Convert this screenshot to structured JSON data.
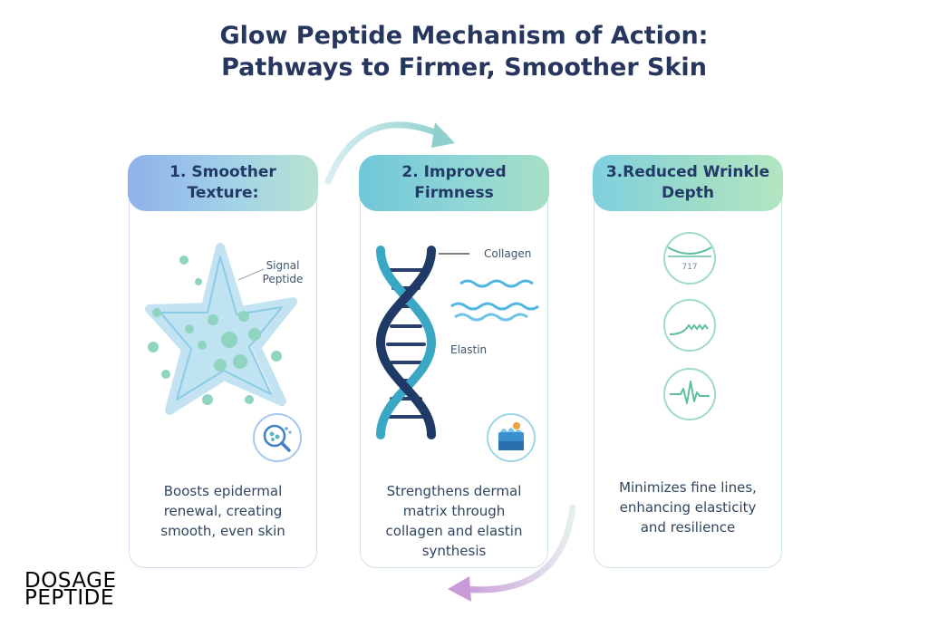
{
  "title": {
    "line1": "Glow Peptide Mechanism of Action:",
    "line2": "Pathways to Firmer, Smoother Skin"
  },
  "cards": [
    {
      "heading_line1": "1. Smoother",
      "heading_line2": "Texture:",
      "label": "Signal Peptide",
      "label_line1": "Signal",
      "label_line2": "Peptide",
      "icon": "magnifier-cells-icon",
      "description": [
        "Boosts epidermal",
        "renewal, creating",
        "smooth, even skin"
      ]
    },
    {
      "heading_line1": "2. Improved",
      "heading_line2": "Firmness",
      "labels": {
        "collagen": "Collagen",
        "elastin": "Elastin"
      },
      "icon": "skin-layers-icon",
      "description": [
        "Strengthens dermal",
        "matrix through",
        "collagen and elastin",
        "synthesis"
      ]
    },
    {
      "heading_line1": "3.Reduced Wrinkle",
      "heading_line2": "Depth",
      "icons": [
        "skin-curve-icon",
        "wave-line-icon",
        "pulse-line-icon"
      ],
      "icon_caption": "717",
      "description": [
        "Minimizes fine lines,",
        "enhancing elasticity",
        "and resilience"
      ]
    }
  ],
  "logo": {
    "line1": "DOSAGE",
    "line2": "PEPTIDE"
  },
  "colors": {
    "title": "#27365f",
    "teal": "#3aa8c4",
    "navy": "#1f3a66",
    "green": "#7cd3a3",
    "purple_arrow": "#c99ad8"
  }
}
